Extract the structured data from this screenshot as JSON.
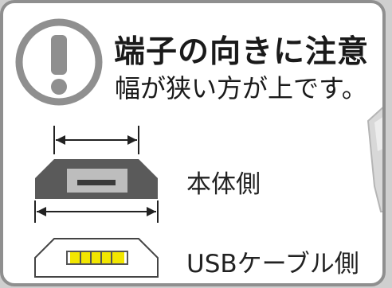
{
  "heading": {
    "title": "端子の向きに注意",
    "subtitle": "幅が狭い方が上です。"
  },
  "labels": {
    "body_side": "本体側",
    "cable_side": "USBケーブル側"
  },
  "icons": {
    "warning": "exclamation-circle-icon",
    "body_connector": "micro-usb-port-icon",
    "cable_connector": "micro-usb-plug-icon"
  },
  "colors": {
    "frame": "#8f8f8f",
    "connector_dark": "#555555",
    "pins": "#f2e600"
  }
}
